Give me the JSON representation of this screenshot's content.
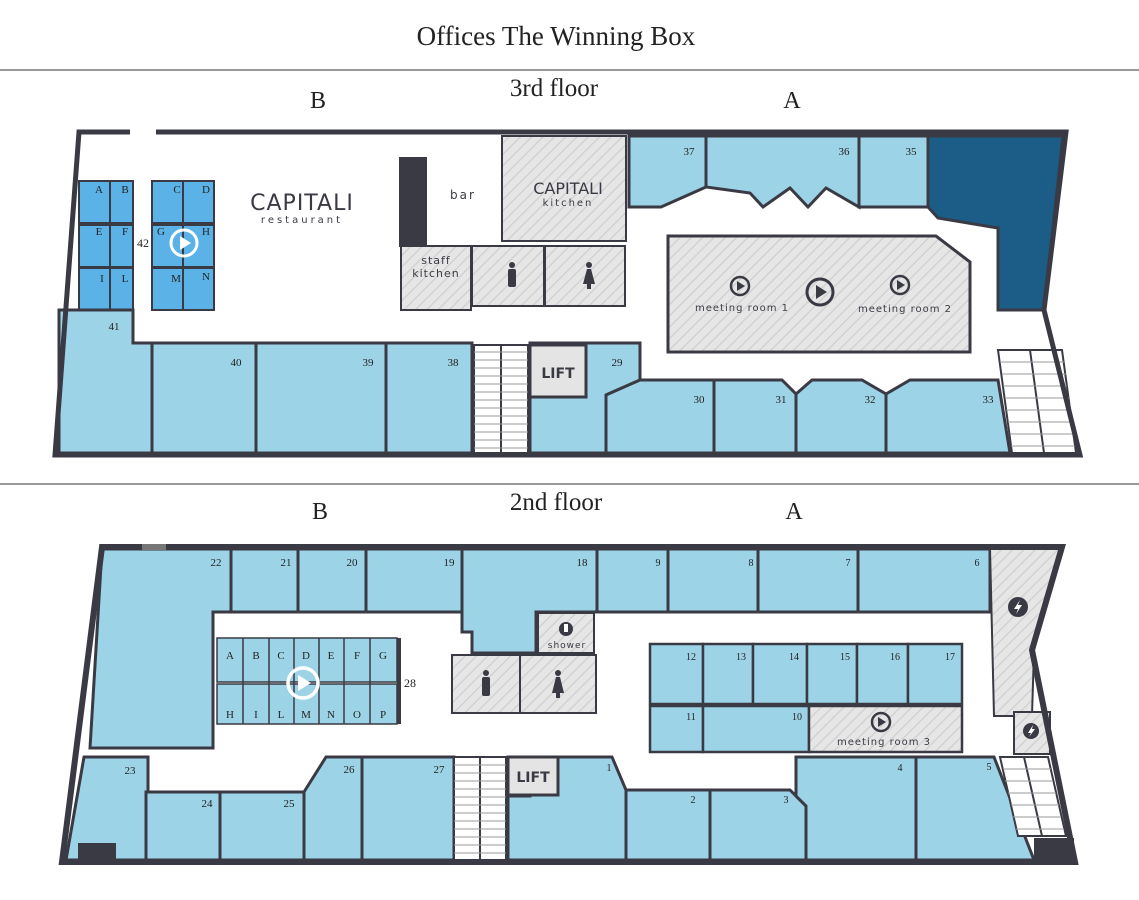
{
  "title": "Offices The Winning Box",
  "colors": {
    "room": "#9dd3e6",
    "desk": "#5bb2e6",
    "rented": "#1b5d86",
    "wall": "#3a3a44",
    "service": "#e4e4e4",
    "corridor": "#ffffff"
  },
  "floors": [
    {
      "name": "3rd floor",
      "wing_b": "B",
      "wing_a": "A",
      "restaurant": {
        "brand": "CAPITALI",
        "sub": "restaurant"
      },
      "kitchen": {
        "brand": "CAPITALI",
        "sub": "kitchen"
      },
      "bar": "bar",
      "staff_kitchen": [
        "staff",
        "kitchen"
      ],
      "lift": "LIFT",
      "meeting_rooms": [
        "meeting room 1",
        "meeting room 2"
      ],
      "desk_letters": [
        "A",
        "B",
        "C",
        "D",
        "E",
        "F",
        "G",
        "H",
        "I",
        "L",
        "M",
        "N"
      ],
      "desk_cluster_number": "42",
      "rooms": [
        "29",
        "30",
        "31",
        "32",
        "33",
        "35",
        "36",
        "37",
        "38",
        "39",
        "40",
        "41"
      ]
    },
    {
      "name": "2nd floor",
      "wing_b": "B",
      "wing_a": "A",
      "lift": "LIFT",
      "shower": "shower",
      "meeting_rooms": [
        "meeting room 3"
      ],
      "desk_letters_top": [
        "A",
        "B",
        "C",
        "D",
        "E",
        "F",
        "G"
      ],
      "desk_letters_bottom": [
        "H",
        "I",
        "L",
        "M",
        "N",
        "O",
        "P"
      ],
      "desk_cluster_number": "28",
      "rooms": [
        "1",
        "2",
        "3",
        "4",
        "5",
        "6",
        "7",
        "8",
        "9",
        "10",
        "11",
        "12",
        "13",
        "14",
        "15",
        "16",
        "17",
        "18",
        "19",
        "20",
        "21",
        "22",
        "23",
        "24",
        "25",
        "26",
        "27"
      ]
    }
  ]
}
